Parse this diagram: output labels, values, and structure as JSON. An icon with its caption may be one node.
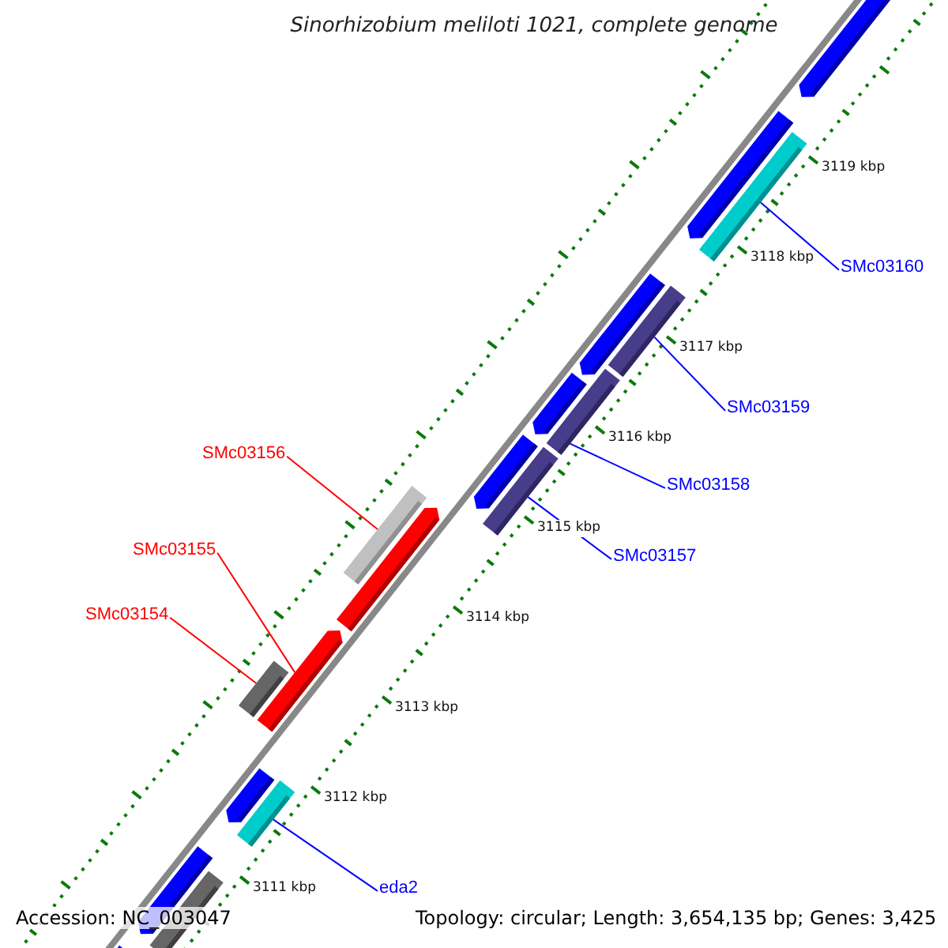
{
  "diagram": {
    "title": "Sinorhizobium meliloti 1021, complete genome",
    "nodes": [
      {
        "text": [
          "SMc03160"
        ]
      },
      {
        "text": [],
        "shape": "bar"
      },
      {
        "text": [
          "SMc03159"
        ]
      },
      {
        "text": [],
        "shape": "bar"
      },
      {
        "text": [
          "SMc03158"
        ]
      },
      {
        "text": [],
        "shape": "bar"
      },
      {
        "text": [
          "SMc03157"
        ]
      },
      {
        "text": [],
        "shape": "bar"
      },
      {
        "text": [
          "SMc03156"
        ]
      },
      {
        "text": [],
        "shape": "bar"
      },
      {
        "text": [
          "SMc03155"
        ]
      },
      {
        "text": [],
        "shape": "bar"
      },
      {
        "text": [
          "SMc03154"
        ]
      },
      {
        "text": [],
        "shape": "bar"
      },
      {
        "text": [
          "eda2"
        ]
      },
      {
        "text": [],
        "shape": "bar"
      }
    ],
    "edges": [
      {
        "from": 0,
        "to": 1,
        "arrow": "none"
      },
      {
        "from": 2,
        "to": 3,
        "arrow": "none"
      },
      {
        "from": 4,
        "to": 5,
        "arrow": "none"
      },
      {
        "from": 6,
        "to": 7,
        "arrow": "none"
      },
      {
        "from": 8,
        "to": 9,
        "arrow": "none",
        "color": "#ff0000"
      },
      {
        "from": 10,
        "to": 11,
        "arrow": "none",
        "color": "#ff0000"
      },
      {
        "from": 12,
        "to": 13,
        "arrow": "none",
        "color": "#ff0000"
      },
      {
        "from": 14,
        "to": 15,
        "arrow": "none"
      }
    ],
    "labels": [
      "3119 kbp",
      "3118 kbp",
      "3117 kbp",
      "3116 kbp",
      "3115 kbp",
      "3114 kbp",
      "3113 kbp",
      "3112 kbp",
      "3111 kbp",
      "Accession: NC_003047",
      "Topology: circular; Length: 3,654,135 bp; Genes: 3,425"
    ]
  }
}
